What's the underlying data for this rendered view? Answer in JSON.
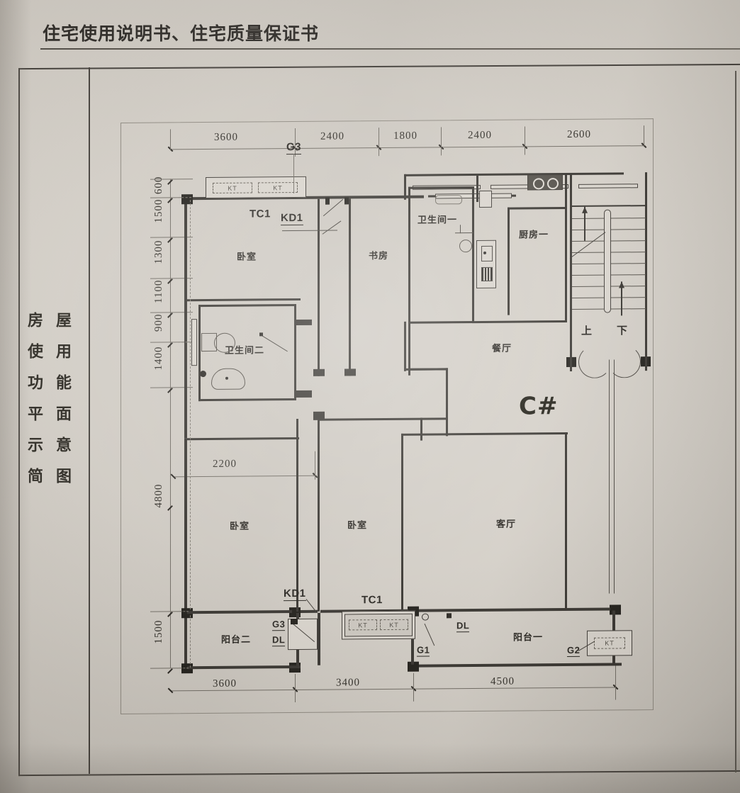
{
  "document": {
    "header_title": "住宅使用说明书、住宅质量保证书",
    "sidebar_caption_col1": "房使功平示简",
    "sidebar_caption_col2": "屋用能面意图",
    "sidebar_caption_full": "房屋使用功能平面示意简图"
  },
  "plan": {
    "unit_tag": "C#",
    "rooms": [
      {
        "name": "卧室",
        "en": "bedroom-top-left"
      },
      {
        "name": "书房",
        "en": "study"
      },
      {
        "name": "卫生间一",
        "en": "bathroom-1"
      },
      {
        "name": "厨房一",
        "en": "kitchen-1"
      },
      {
        "name": "餐厅",
        "en": "dining-room"
      },
      {
        "name": "卫生间二",
        "en": "bathroom-2"
      },
      {
        "name": "卧室",
        "en": "bedroom-bottom-left"
      },
      {
        "name": "卧室",
        "en": "bedroom-bottom-middle"
      },
      {
        "name": "客厅",
        "en": "living-room"
      },
      {
        "name": "阳台二",
        "en": "balcony-2"
      },
      {
        "name": "阳台一",
        "en": "balcony-1"
      }
    ],
    "stair_labels": {
      "up": "上",
      "down": "下"
    },
    "component_codes": {
      "g3_top": "G3",
      "tc1_top": "TC1",
      "kd1_top": "KD1",
      "kd1_bottom": "KD1",
      "tc1_bottom": "TC1",
      "g3_bottom": "G3",
      "dl_left": "DL",
      "g1": "G1",
      "dl_right": "DL",
      "g2": "G2"
    },
    "equipment_labels": {
      "ac_unit": "KT"
    },
    "dimensions": {
      "top": [
        "3600",
        "2400",
        "1800",
        "2400",
        "2600"
      ],
      "left": [
        "600",
        "1500",
        "1300",
        "1100",
        "900",
        "1400",
        "4800",
        "1500"
      ],
      "bottom": [
        "3600",
        "3400",
        "4500"
      ],
      "interior": [
        "2200"
      ]
    }
  },
  "colors": {
    "paper": "#cfcac2",
    "ink": "#2e2b26",
    "rule": "#4a463f",
    "wall_fill": "#16140f"
  }
}
